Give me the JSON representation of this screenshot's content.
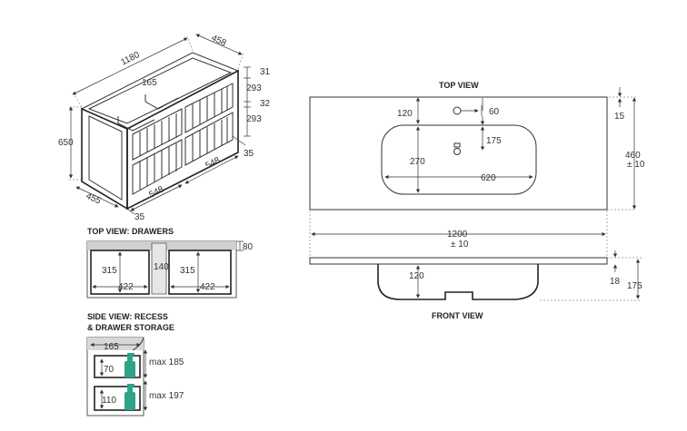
{
  "cabinet": {
    "width": "1180",
    "depth_top": "458",
    "height": "650",
    "depth_bottom": "455",
    "front_left": "548",
    "front_right": "548",
    "recess": "165",
    "side_31": "31",
    "side_293a": "293",
    "side_32": "32",
    "side_293b": "293",
    "side_35a": "35",
    "side_35b": "35"
  },
  "drawers": {
    "title": "TOP VIEW: DRAWERS",
    "depth_80": "80",
    "left_315": "315",
    "gap_140": "140",
    "right_315": "315",
    "left_422": "422",
    "right_422": "422"
  },
  "side": {
    "title_line1": "SIDE VIEW: RECESS",
    "title_line2": "& DRAWER STORAGE",
    "recess_165": "165",
    "upper_70": "70",
    "upper_max": "max 185",
    "lower_110": "110",
    "lower_max": "max 197"
  },
  "basin": {
    "top_title": "TOP VIEW",
    "front_title": "FRONT VIEW",
    "d120_top": "120",
    "d60": "60",
    "d15": "15",
    "d175_tap": "175",
    "d270": "270",
    "d620": "620",
    "d460": "460",
    "d460_tol": "± 10",
    "d1200": "1200",
    "d1200_tol": "± 10",
    "d120_front": "120",
    "d18": "18",
    "d175_front": "175"
  },
  "colors": {
    "line": "#333333",
    "bottle": "#2fa38a",
    "shade": "#d0d0d0"
  }
}
